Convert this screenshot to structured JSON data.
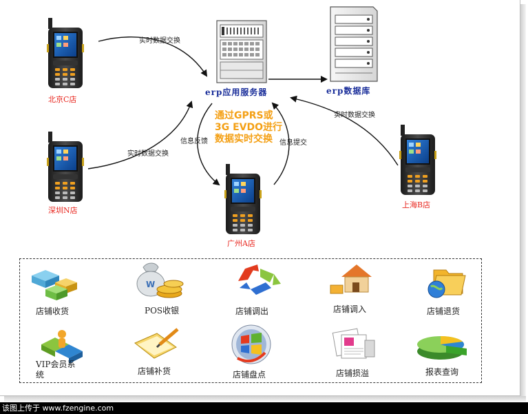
{
  "stores": {
    "beijing": "北京C店",
    "shenzhen": "深圳N店",
    "guangzhou": "广州A店",
    "shanghai": "上海B店"
  },
  "flows": {
    "realtime_1": "实时数据交换",
    "realtime_2": "实时数据交换",
    "realtime_3": "实时数据交换",
    "feedback": "信息反馈",
    "submit": "信息提交"
  },
  "server_label": "erp应用服务器",
  "db_label": "erp数据库",
  "center_text": "通过GPRS或3G EVDO进行数据实时交换",
  "modules": [
    {
      "label": "店铺收货",
      "icon": "boxes-icon"
    },
    {
      "label": "POS收银",
      "icon": "money-bag-icon"
    },
    {
      "label": "店铺调出",
      "icon": "recycle-arrows-icon"
    },
    {
      "label": "店铺调入",
      "icon": "house-icon"
    },
    {
      "label": "店铺退货",
      "icon": "folder-globe-icon"
    },
    {
      "label": "VIP会员系统",
      "icon": "vip-users-icon"
    },
    {
      "label": "店铺补货",
      "icon": "notebook-pencil-icon"
    },
    {
      "label": "店铺盘点",
      "icon": "windows-logo-icon"
    },
    {
      "label": "店铺损溢",
      "icon": "documents-icon"
    },
    {
      "label": "报表查询",
      "icon": "pie-chart-icon"
    }
  ],
  "footer": "该图上传于 www.fzengine.com",
  "colors": {
    "store_label": "#e8261e",
    "center_text": "#f4a015",
    "server_label": "#1a2e9a"
  }
}
